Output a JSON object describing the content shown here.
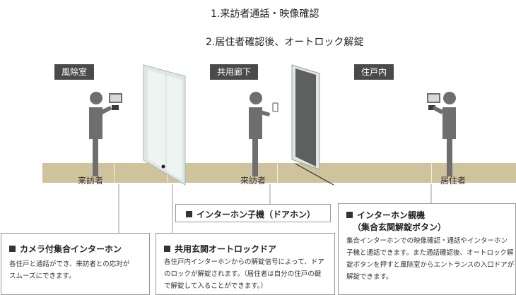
{
  "steps": {
    "step1": "1.来訪者通話・映像確認",
    "step2": "2.居住者確認後、オートロック解錠"
  },
  "zones": {
    "windbreak": "風除室",
    "corridor": "共用廊下",
    "dwelling": "住戸内"
  },
  "figures": {
    "visitor1": "来訪者",
    "visitor2": "来訪者",
    "resident": "居住者"
  },
  "boxes": {
    "camera": {
      "title": "カメラ付集合インターホン",
      "body1": "各住戸と通話ができ、来訪者との応対が",
      "body2": "スムーズにできます。"
    },
    "handset": {
      "title": "インターホン子機（ドアホン）"
    },
    "autolock": {
      "title": "共用玄関オートロックドア",
      "body1": "各住戸内インターホンからの解錠信号によって、ドア",
      "body2": "のロックが解錠されます。（居住者は自分の住戸の鍵",
      "body3": "で解錠して入ることができます。）"
    },
    "master": {
      "title1": "インターホン親機",
      "title2": "（集合玄関解錠ボタン）",
      "body1": "集合インターホンでの映像確認・通話やインターホン",
      "body2": "子機と通話できます。また通話確認後、オートロック解",
      "body3": "錠ボタンを押すと風除室からエントランスの入口ドアが",
      "body4": "解錠できます。"
    }
  },
  "colors": {
    "floor": "#cfc39d",
    "figure": "#6e6e6e",
    "label_bg": "#4a4a4a",
    "glass_door": "#dde8e4",
    "dwelling_door": "#5d605f"
  }
}
